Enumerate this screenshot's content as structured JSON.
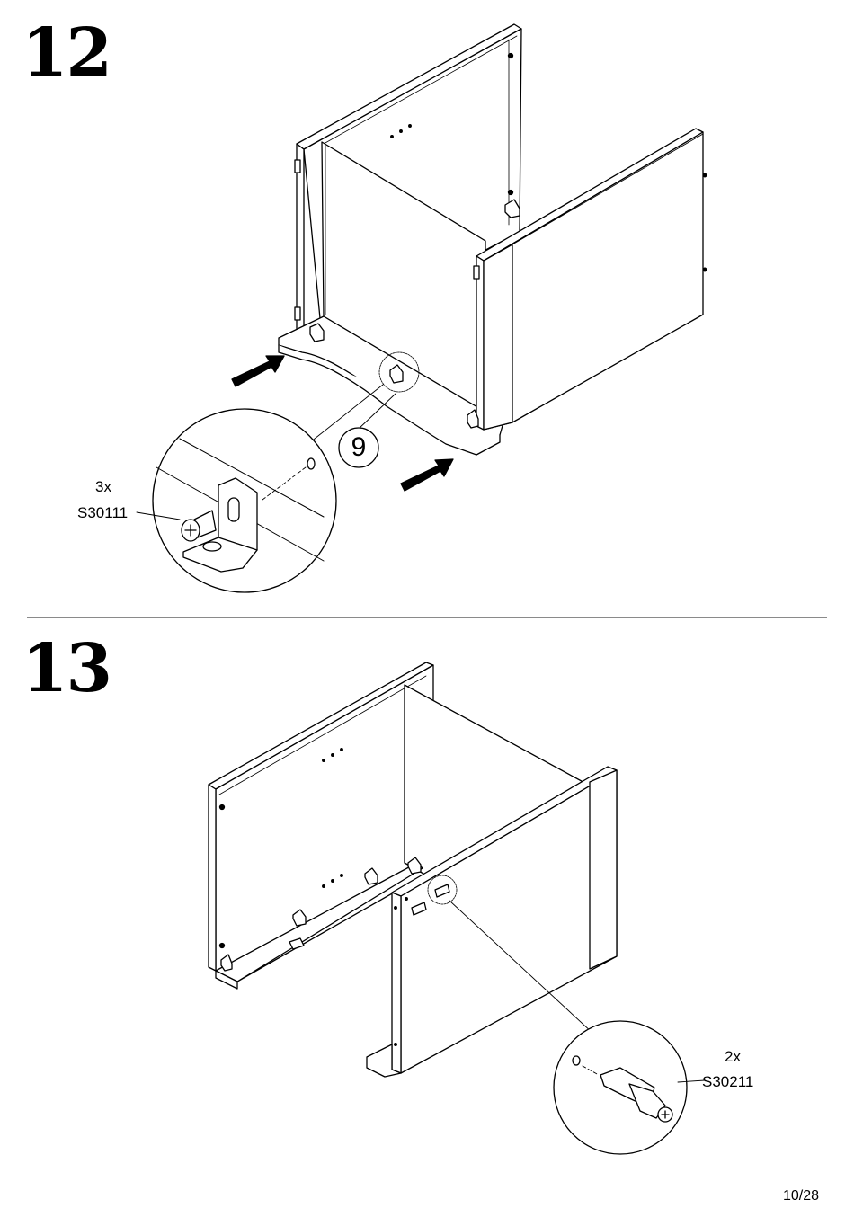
{
  "steps": [
    {
      "number": "12",
      "callout_quantity": "3x",
      "callout_part": "S30111",
      "panel_ref": "9"
    },
    {
      "number": "13",
      "callout_quantity": "2x",
      "callout_part": "S30211"
    }
  ],
  "page": {
    "number": "10/28"
  },
  "icons": [
    "push-arrow-icon",
    "angle-bracket-icon",
    "screw-icon",
    "cam-bolt-icon"
  ]
}
